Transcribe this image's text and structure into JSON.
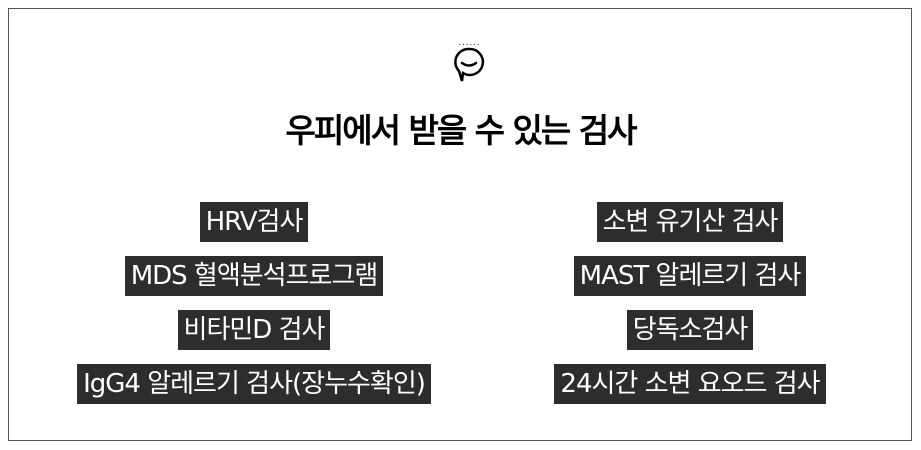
{
  "title": "우피에서 받을 수 있는 검사",
  "left_tests": [
    "HRV검사",
    "MDS 혈액분석프로그램",
    "비타민D 검사",
    "IgG4 알레르기 검사(장누수확인)"
  ],
  "right_tests": [
    "소변 유기산 검사",
    "MAST 알레르기 검사",
    "당독소검사",
    "24시간 소변 요오드 검사"
  ]
}
